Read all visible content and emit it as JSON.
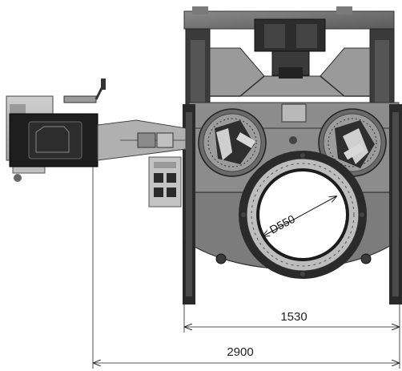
{
  "drawing": {
    "bore_label": "D550",
    "dimension_inner": "1530",
    "dimension_outer": "2900"
  }
}
